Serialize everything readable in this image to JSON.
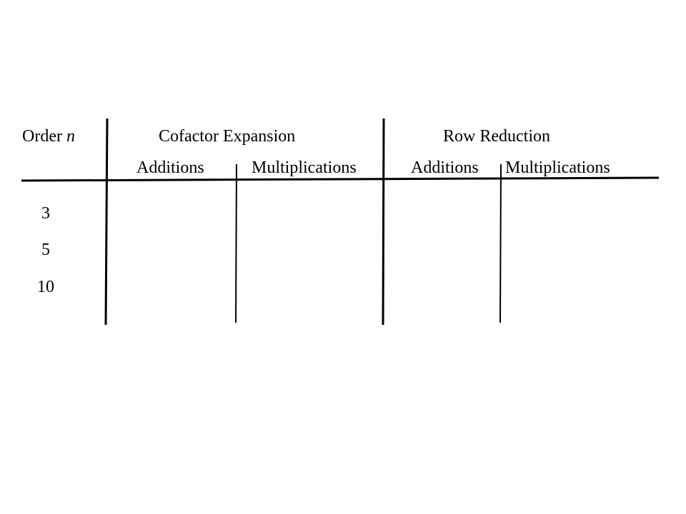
{
  "table": {
    "header": {
      "order_label": "Order",
      "order_variable": "n",
      "group_cofactor": "Cofactor Expansion",
      "group_row_reduction": "Row Reduction",
      "cofactor_additions": "Additions",
      "cofactor_multiplications": "Multiplications",
      "row_additions": "Additions",
      "row_multiplications": "Multiplications"
    },
    "rows": [
      {
        "order": "3"
      },
      {
        "order": "5"
      },
      {
        "order": "10"
      }
    ]
  }
}
